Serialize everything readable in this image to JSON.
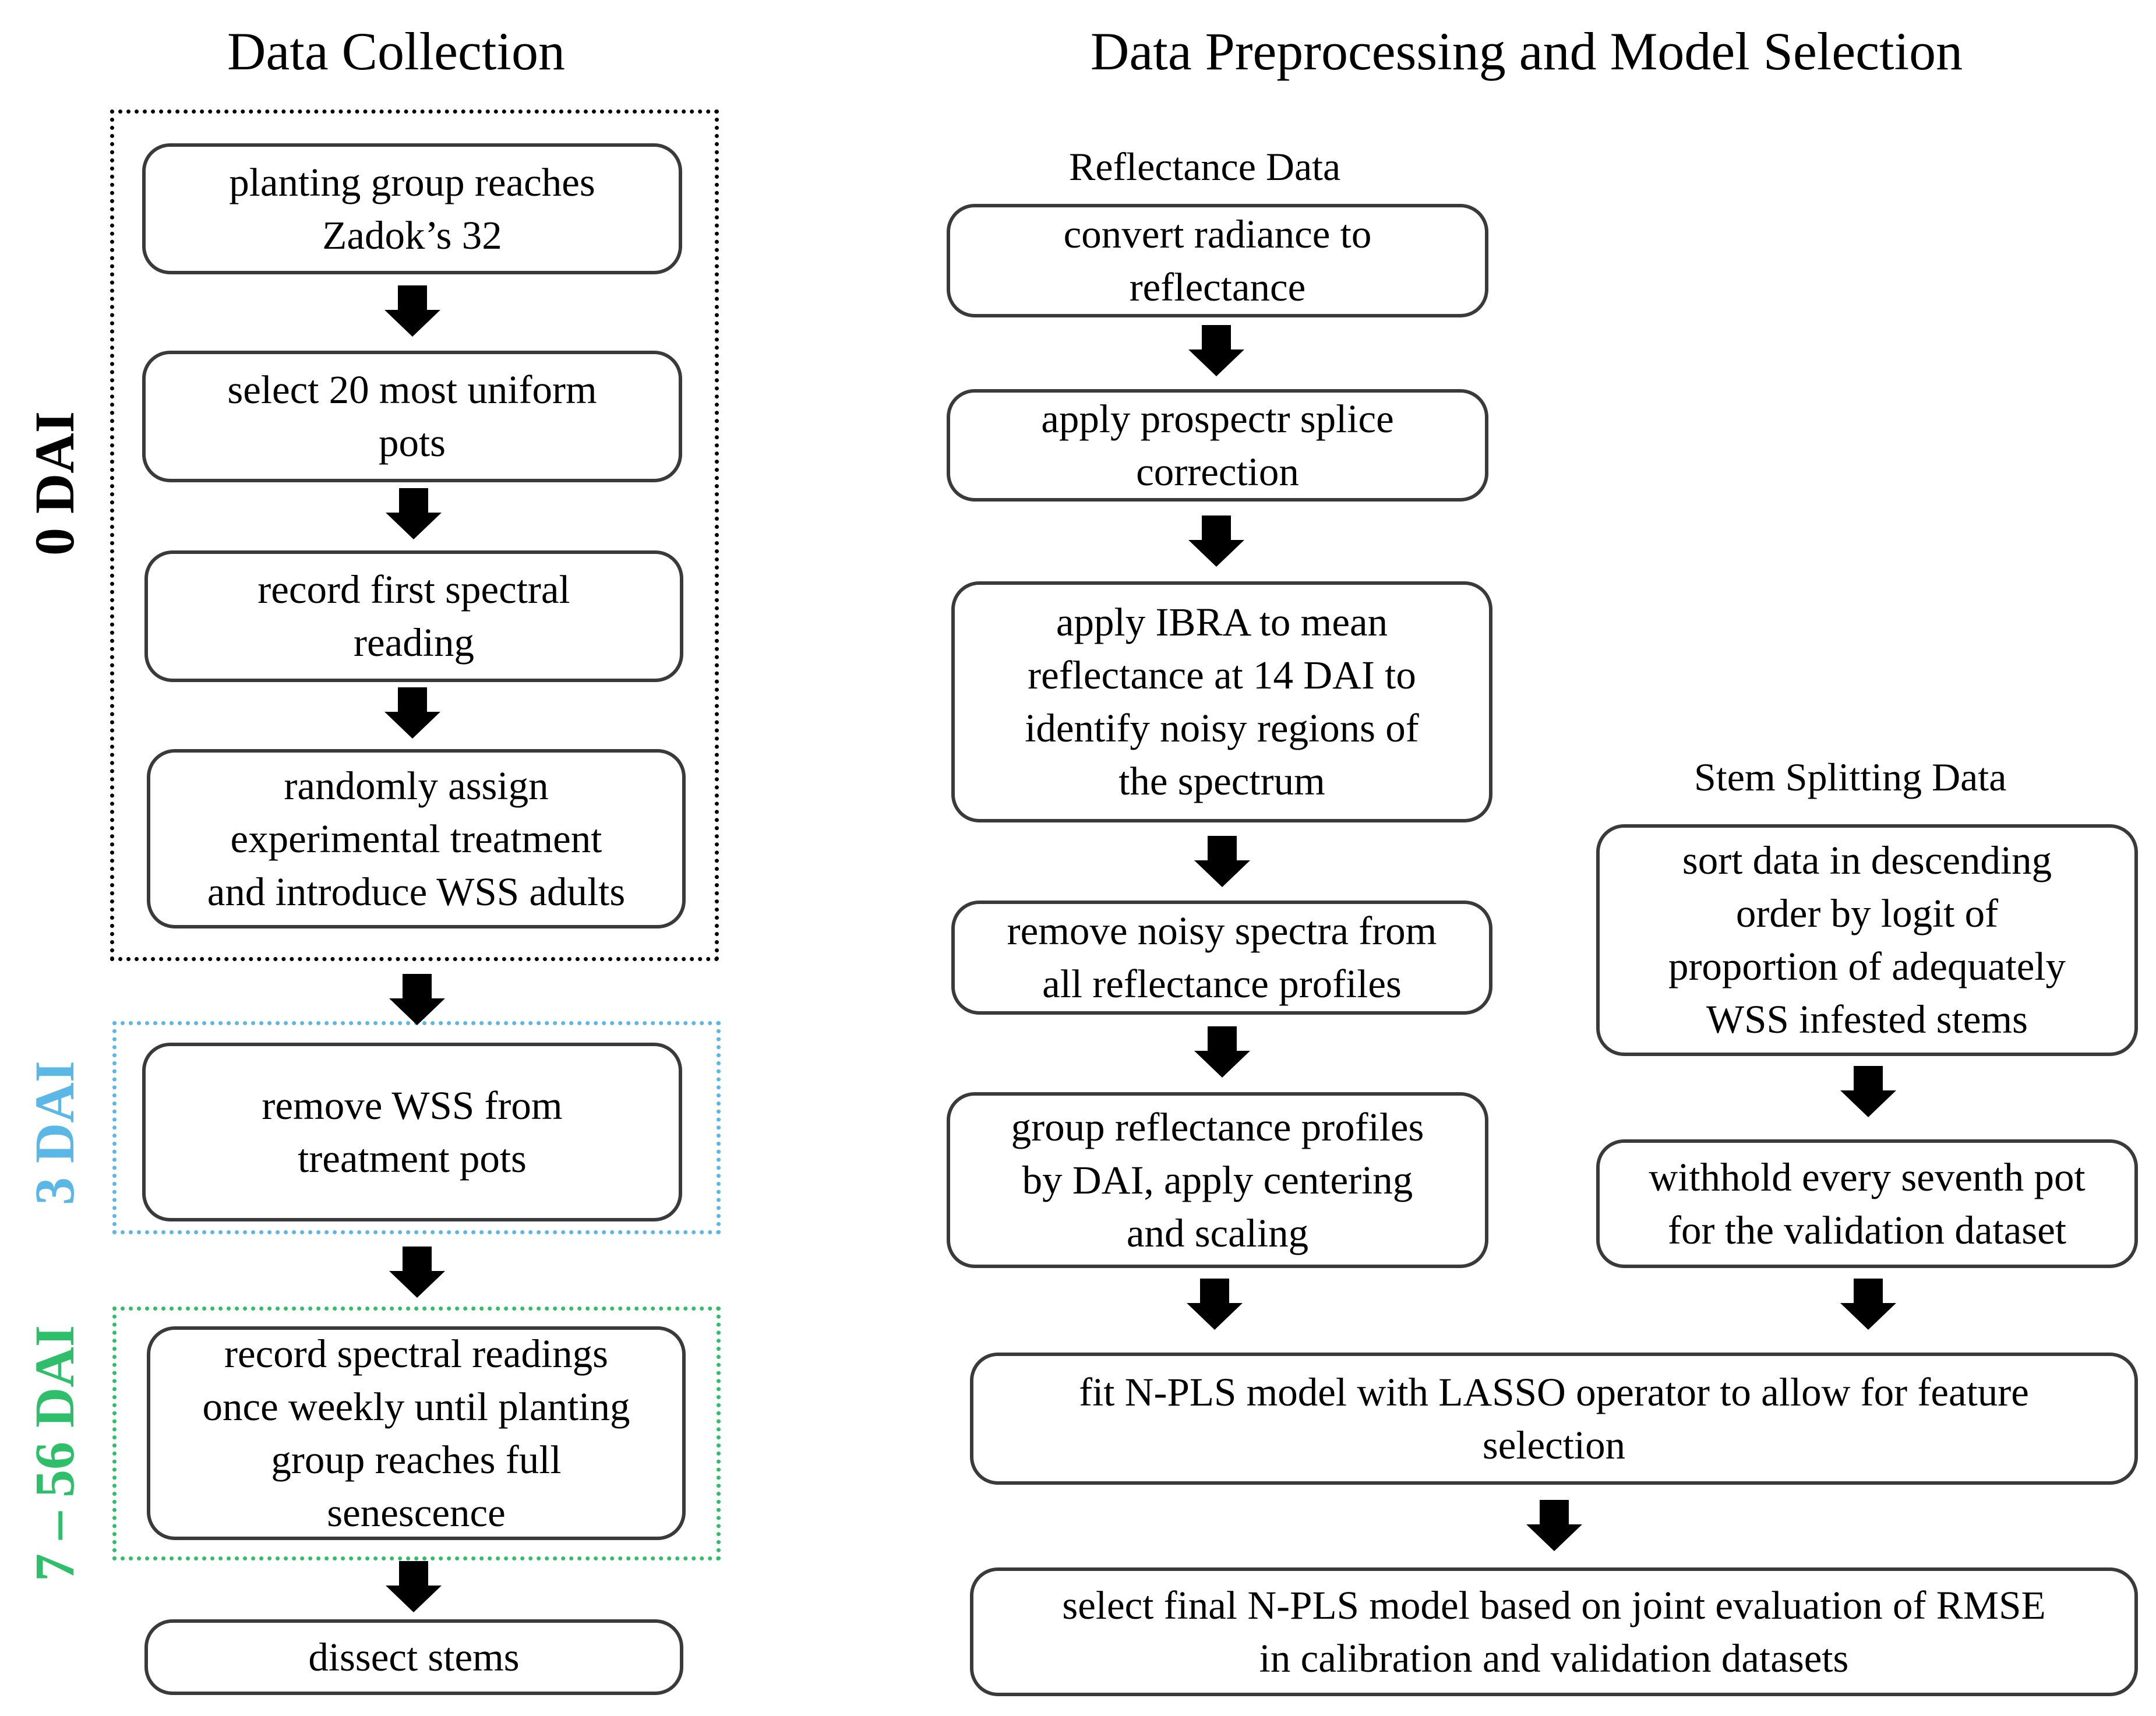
{
  "headings": {
    "data_collection": "Data Collection",
    "preprocessing": "Data Preprocessing and Model Selection",
    "reflectance_data": "Reflectance Data",
    "stem_splitting_data": "Stem Splitting Data"
  },
  "stages": {
    "dai_0": "0 DAI",
    "dai_3": "3 DAI",
    "dai_7_56": "7 – 56 DAI"
  },
  "colors": {
    "dai_0": "#000000",
    "dai_3": "#5bb8e6",
    "dai_7_56": "#2fbf6a",
    "box_border": "#3a3a3a",
    "arrow": "#000000"
  },
  "collection_steps": {
    "planting_group": "planting group reaches\nZadok’s 32",
    "select_pots": "select 20 most uniform\npots",
    "first_reading": "record first spectral\nreading",
    "assign_treatment": "randomly assign\nexperimental treatment\nand introduce WSS adults",
    "remove_wss": "remove WSS from\ntreatment pots",
    "weekly_readings": "record spectral readings\nonce weekly until planting\ngroup reaches full\nsenescence",
    "dissect_stems": "dissect stems"
  },
  "reflectance_steps": {
    "convert_radiance": "convert radiance to\nreflectance",
    "splice_correction": "apply prospectr splice\ncorrection",
    "apply_ibra": "apply IBRA to mean\nreflectance at 14 DAI to\nidentify noisy regions of\nthe spectrum",
    "remove_noisy": "remove noisy spectra from\nall reflectance profiles",
    "group_profiles": "group reflectance profiles\nby DAI, apply centering\nand scaling"
  },
  "stem_steps": {
    "sort_data": "sort data in descending\norder by logit of\nproportion of adequately\nWSS infested stems",
    "withhold": "withhold every seventh pot\nfor the validation dataset"
  },
  "model_steps": {
    "fit_npls": "fit N-PLS model with LASSO operator to allow for feature\nselection",
    "select_final": "select final N-PLS model based on joint evaluation of RMSE\nin calibration and validation datasets"
  }
}
